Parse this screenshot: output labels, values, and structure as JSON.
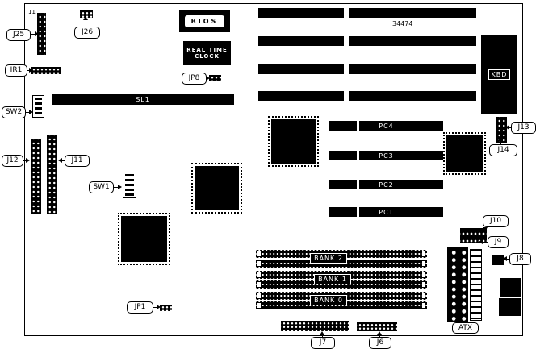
{
  "board": {
    "corner_marking": "11",
    "part_number": "34474"
  },
  "chips": {
    "bios": "BIOS",
    "rtc_line1": "REAL TIME",
    "rtc_line2": "CLOCK",
    "kbd": "KBD"
  },
  "slots": {
    "sl1": "SL1",
    "pc4": "PC4",
    "pc3": "PC3",
    "pc2": "PC2",
    "pc1": "PC1",
    "bank2": "BANK 2",
    "bank1": "BANK 1",
    "bank0": "BANK 0"
  },
  "callouts": {
    "j25": "J25",
    "j26": "J26",
    "ir1": "IR1",
    "sw2": "SW2",
    "j12": "J12",
    "j11": "J11",
    "sw1": "SW1",
    "jp8": "JP8",
    "j13": "J13",
    "j14": "J14",
    "j10": "J10",
    "j9": "J9",
    "j8": "J8",
    "jp1": "JP1",
    "j7": "J7",
    "j6": "J6",
    "atx": "ATX"
  }
}
